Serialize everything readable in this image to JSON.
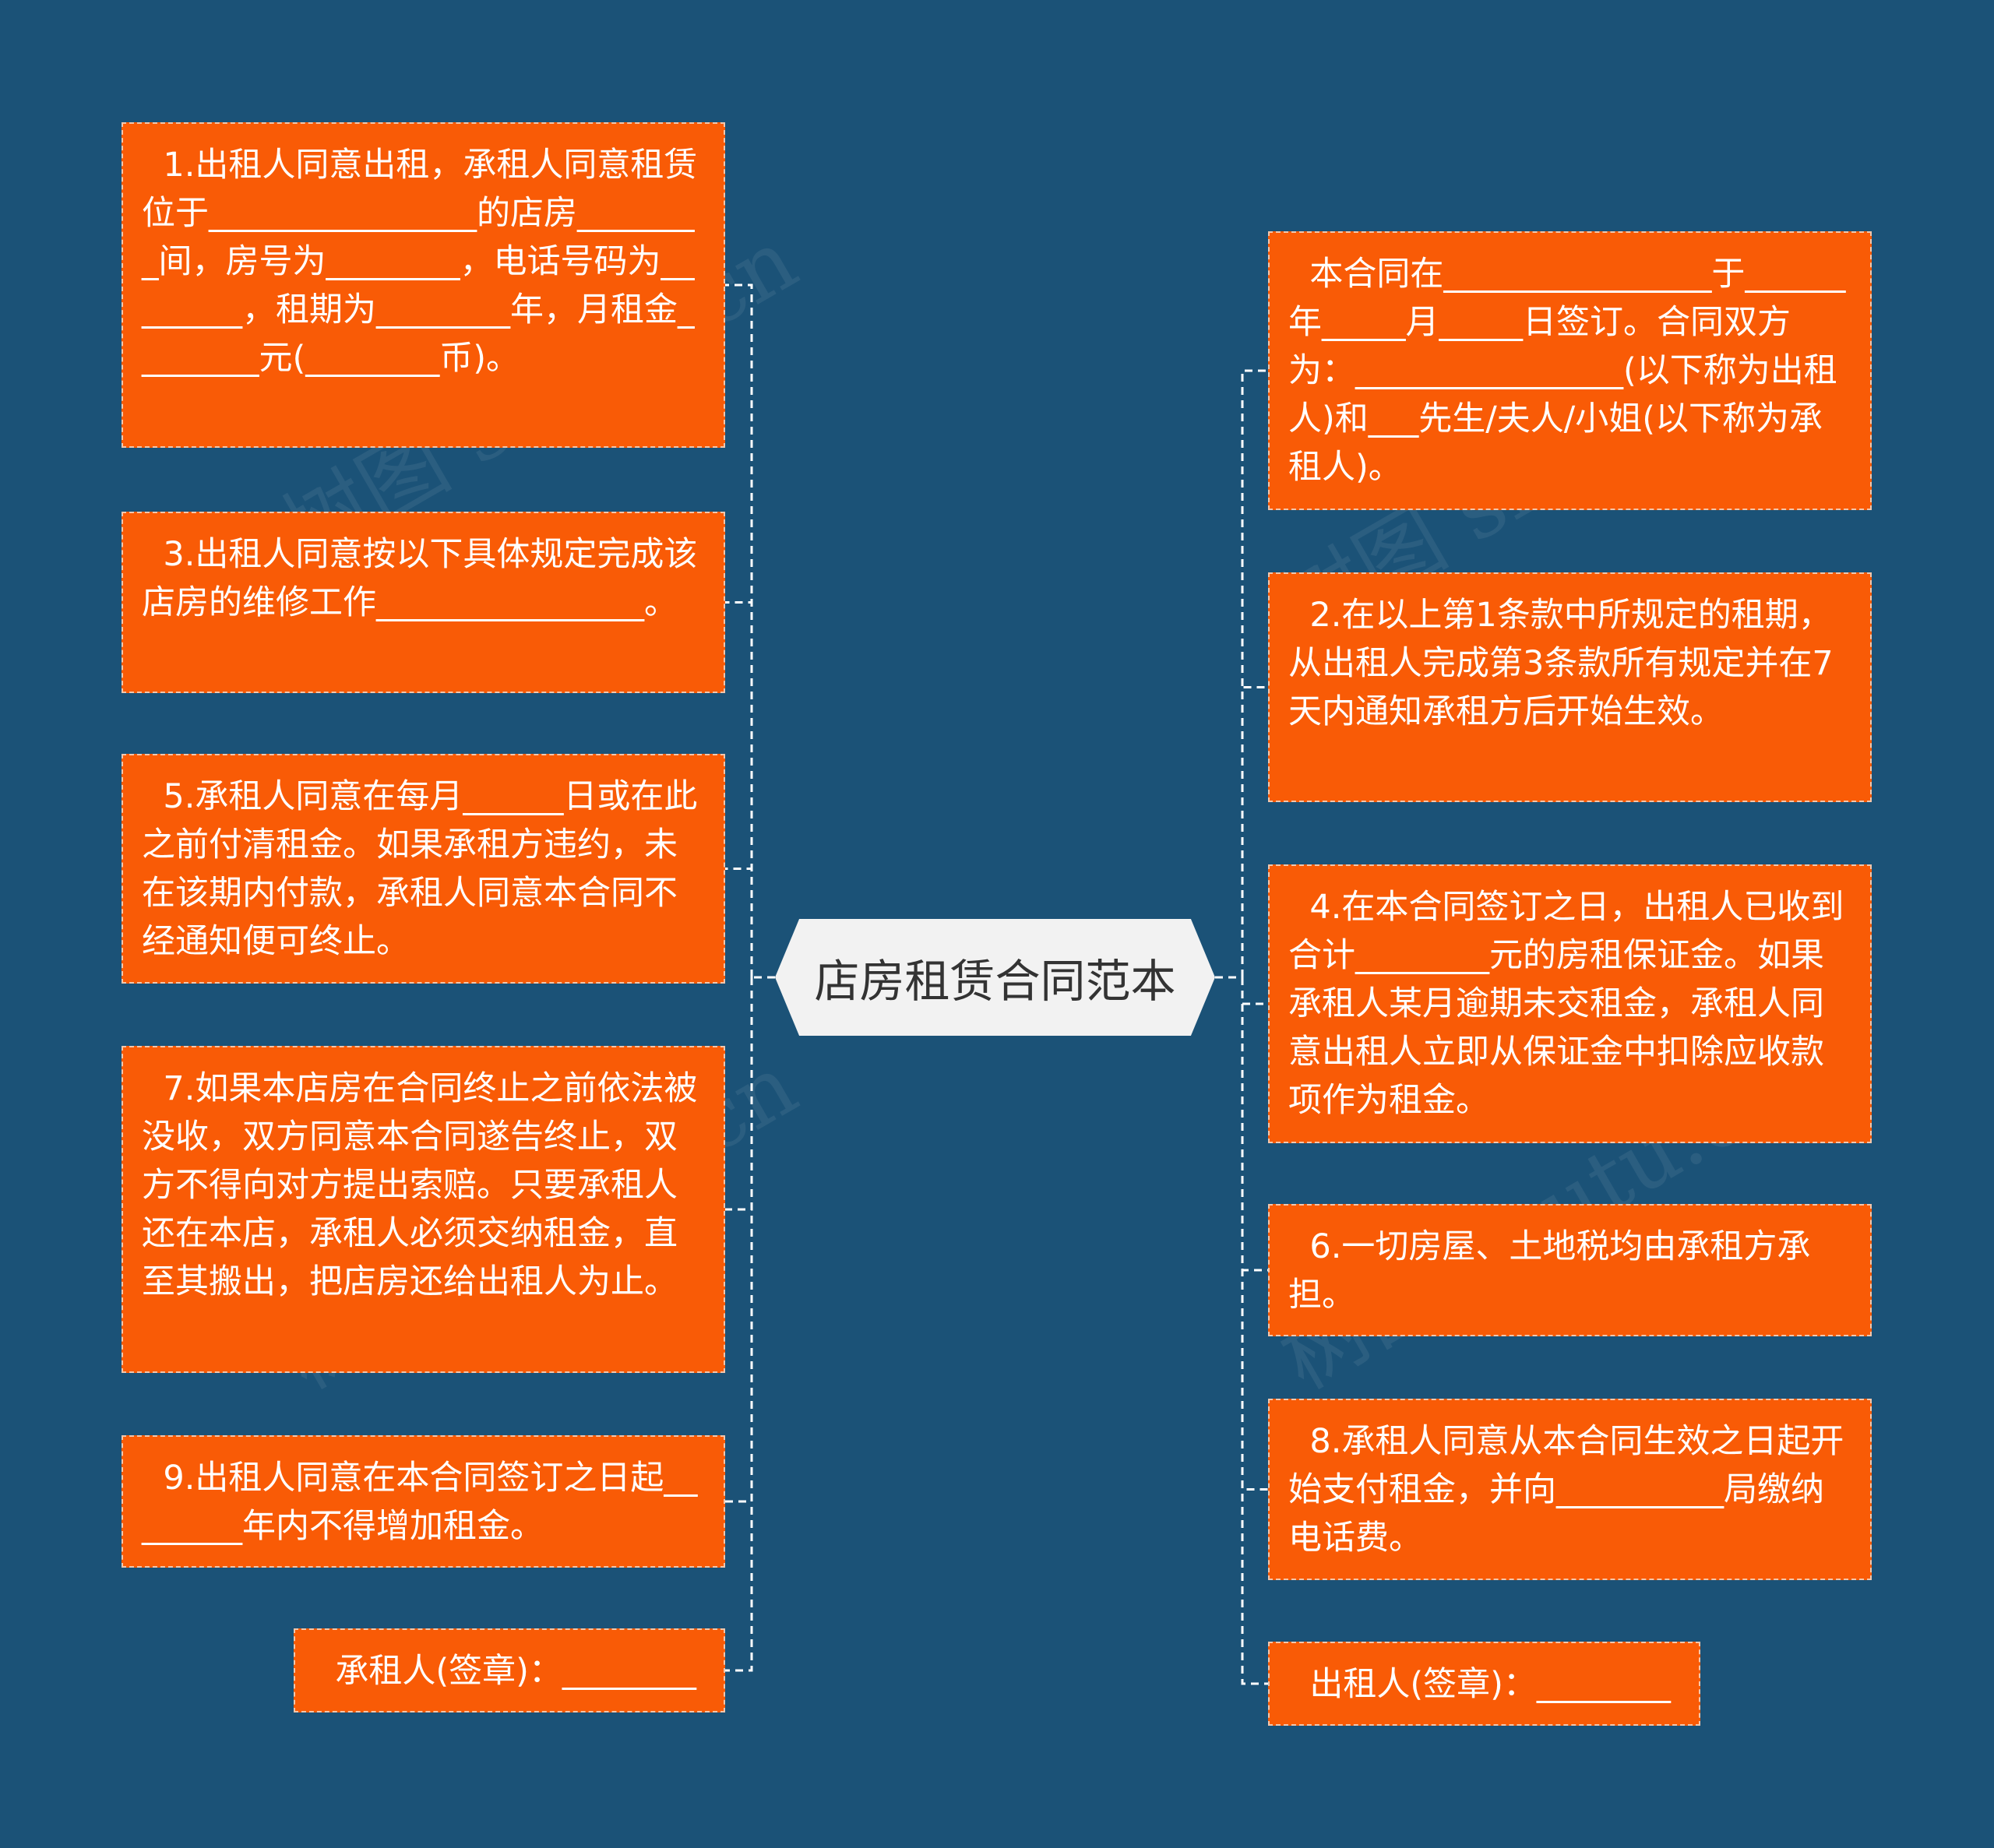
{
  "title": "店房租赁合同范本",
  "watermark": "树图 shutu.cn",
  "colors": {
    "background": "#1b5277",
    "node_fill": "#f95b06",
    "node_border": "#f2c7ad",
    "center_fill": "#f2f2f2",
    "center_text": "#333333",
    "connector": "#ffffff"
  },
  "left_nodes": [
    {
      "text": "  1.出租人同意出租，承租人同意租赁位于________________的店房________间，房号为________，电话号码为________，租期为________年，月租金________元(________币)。"
    },
    {
      "text": "  3.出租人同意按以下具体规定完成该店房的维修工作________________。"
    },
    {
      "text": "  5.承租人同意在每月______日或在此之前付清租金。如果承租方违约，未在该期内付款，承租人同意本合同不经通知便可终止。"
    },
    {
      "text": "  7.如果本店房在合同终止之前依法被没收，双方同意本合同遂告终止，双方不得向对方提出索赔。只要承租人还在本店，承租人必须交纳租金，直至其搬出，把店房还给出租人为止。"
    },
    {
      "text": "  9.出租人同意在本合同签订之日起________年内不得增加租金。"
    },
    {
      "text": "  承租人(签章)：________"
    }
  ],
  "right_nodes": [
    {
      "text": "  本合同在________________于______年_____月_____日签订。合同双方为：________________(以下称为出租人)和___先生/夫人/小姐(以下称为承租人)。"
    },
    {
      "text": "  2.在以上第1条款中所规定的租期，从出租人完成第3条款所有规定并在7天内通知承租方后开始生效。"
    },
    {
      "text": "  4.在本合同签订之日，出租人已收到合计________元的房租保证金。如果承租人某月逾期未交租金，承租人同意出租人立即从保证金中扣除应收款项作为租金。"
    },
    {
      "text": "  6.一切房屋、土地税均由承租方承担。"
    },
    {
      "text": "  8.承租人同意从本合同生效之日起开始支付租金，并向__________局缴纳电话费。"
    },
    {
      "text": "  出租人(签章)：________"
    }
  ]
}
